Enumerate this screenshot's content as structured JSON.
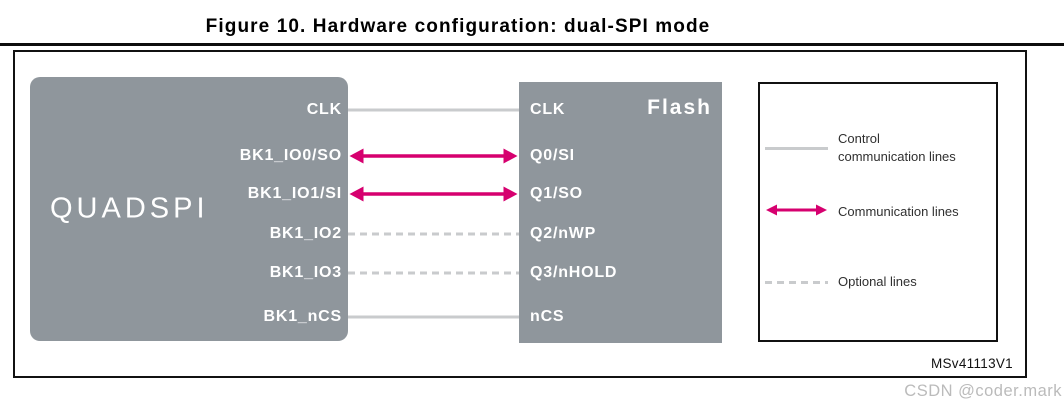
{
  "figure": {
    "title": "Figure 10. Hardware configuration: dual-SPI mode",
    "reference_code": "MSv41113V1",
    "watermark": "CSDN @coder.mark"
  },
  "colors": {
    "block_gray": "#8F969C",
    "line_gray": "#C9CBCD",
    "magenta": "#D6006F",
    "text_dark": "#303030",
    "watermark_gray": "#BBBBBB",
    "pin_text": "#FFFFFF",
    "border_black": "#111111"
  },
  "diagram": {
    "quadspi": {
      "label": "QUADSPI",
      "pins": [
        "CLK",
        "BK1_IO0/SO",
        "BK1_IO1/SI",
        "BK1_IO2",
        "BK1_IO3",
        "BK1_nCS"
      ]
    },
    "flash": {
      "label": "Flash",
      "pins": [
        "CLK",
        "Q0/SI",
        "Q1/SO",
        "Q2/nWP",
        "Q3/nHOLD",
        "nCS"
      ]
    },
    "connections": [
      {
        "from": "CLK",
        "to": "CLK",
        "type": "control"
      },
      {
        "from": "BK1_IO0/SO",
        "to": "Q0/SI",
        "type": "communication"
      },
      {
        "from": "BK1_IO1/SI",
        "to": "Q1/SO",
        "type": "communication"
      },
      {
        "from": "BK1_IO2",
        "to": "Q2/nWP",
        "type": "optional"
      },
      {
        "from": "BK1_IO3",
        "to": "Q3/nHOLD",
        "type": "optional"
      },
      {
        "from": "BK1_nCS",
        "to": "nCS",
        "type": "control"
      }
    ]
  },
  "legend": {
    "items": [
      {
        "swatch": "solid-gray-line",
        "label": "Control\ncommunication lines"
      },
      {
        "swatch": "magenta-double-arrow",
        "label": "Communication lines"
      },
      {
        "swatch": "dashed-gray-line",
        "label": "Optional lines"
      }
    ]
  }
}
